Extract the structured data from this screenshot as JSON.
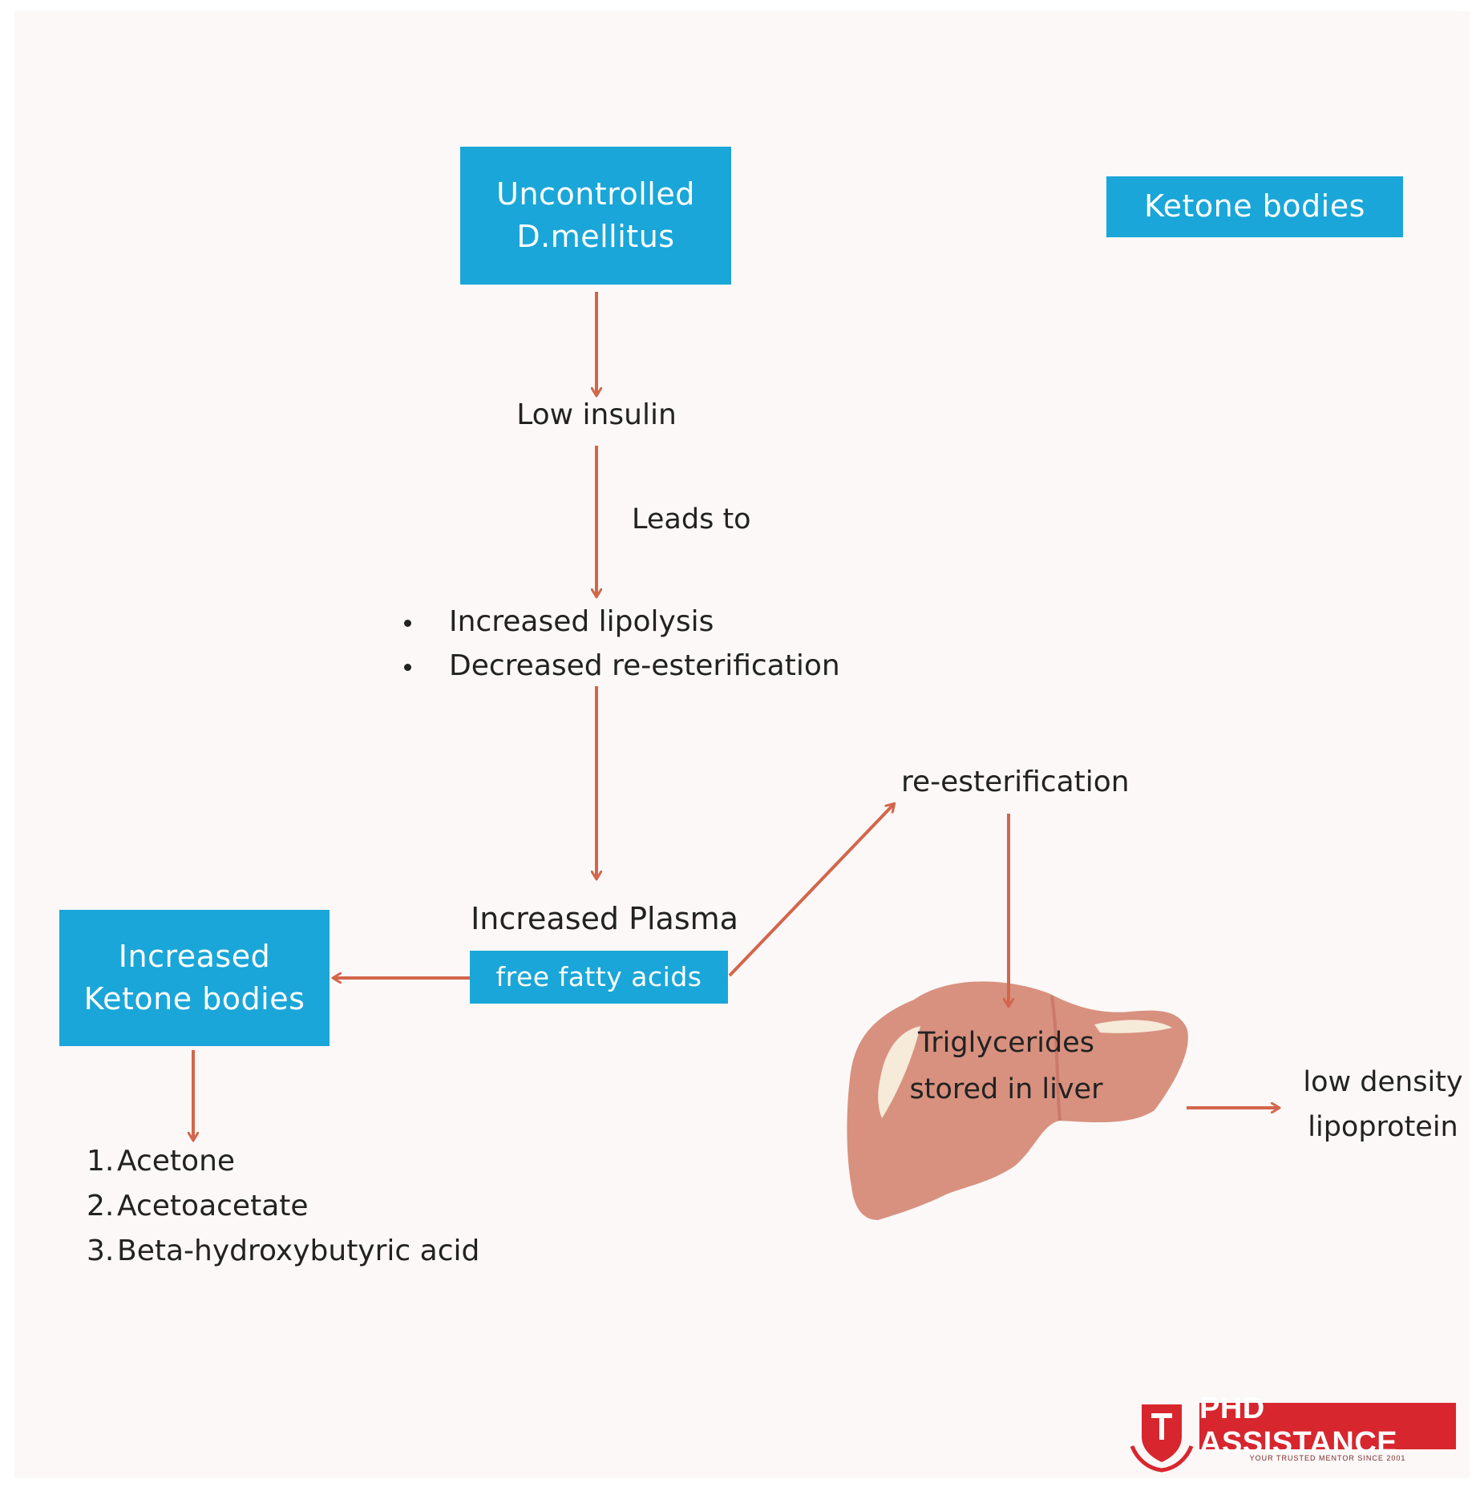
{
  "title_box": {
    "line1": "Ketone bodies"
  },
  "nodes": {
    "uncontrolled": {
      "line1": "Uncontrolled",
      "line2": "D.mellitus"
    },
    "low_insulin": "Low insulin",
    "leads_to": "Leads to",
    "effects": [
      "Increased lipolysis",
      "Decreased re-esterification"
    ],
    "increased_plasma": "Increased Plasma",
    "free_fatty_acids": "free fatty acids",
    "increased_ketone": {
      "line1": "Increased",
      "line2": "Ketone bodies"
    },
    "ketone_list": [
      {
        "num": "1.",
        "text": "Acetone"
      },
      {
        "num": "2.",
        "text": "Acetoacetate"
      },
      {
        "num": "3.",
        "text": "Beta-hydroxybutyric acid"
      }
    ],
    "re_esterification": "re-esterification",
    "triglycerides": {
      "line1": "Triglycerides",
      "line2": "stored in liver"
    },
    "ldl": {
      "line1": "low density",
      "line2": "lipoprotein"
    }
  },
  "logo": {
    "text": "PHD ASSISTANCE",
    "tagline": "YOUR TRUSTED MENTOR SINCE 2001"
  },
  "colors": {
    "box_fill": "#1aa6d8",
    "arrow": "#d2664b",
    "liver": "#d8917f",
    "background": "#fbf8f7",
    "logo_red": "#d8262e"
  }
}
